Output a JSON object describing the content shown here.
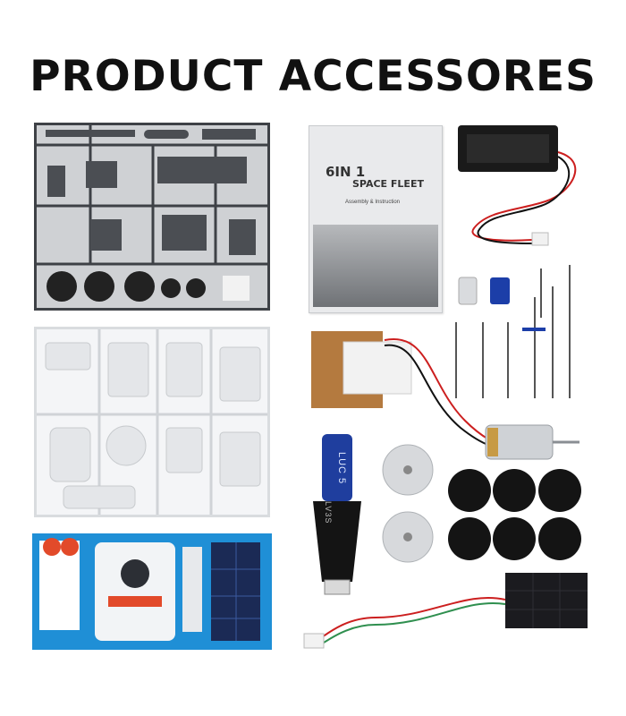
{
  "title": "PRODUCT ACCESSORES",
  "manual": {
    "title_prefix": "6IN 1",
    "title_main": "SPACE FLEET",
    "note": "Assembly & Instruction"
  },
  "parts": {
    "capacitor_label": "LUC 5",
    "capacitor_holder_label": "LV3S"
  },
  "colors": {
    "sprue_gray": "#cfd1d4",
    "sprue_dark": "#3e4146",
    "sprue_white": "#f4f5f7",
    "sticker_blue": "#1f8fd6",
    "wire_red": "#cc1f1f",
    "wire_green": "#2f8f4f",
    "solar_black": "#1b1b1f"
  }
}
